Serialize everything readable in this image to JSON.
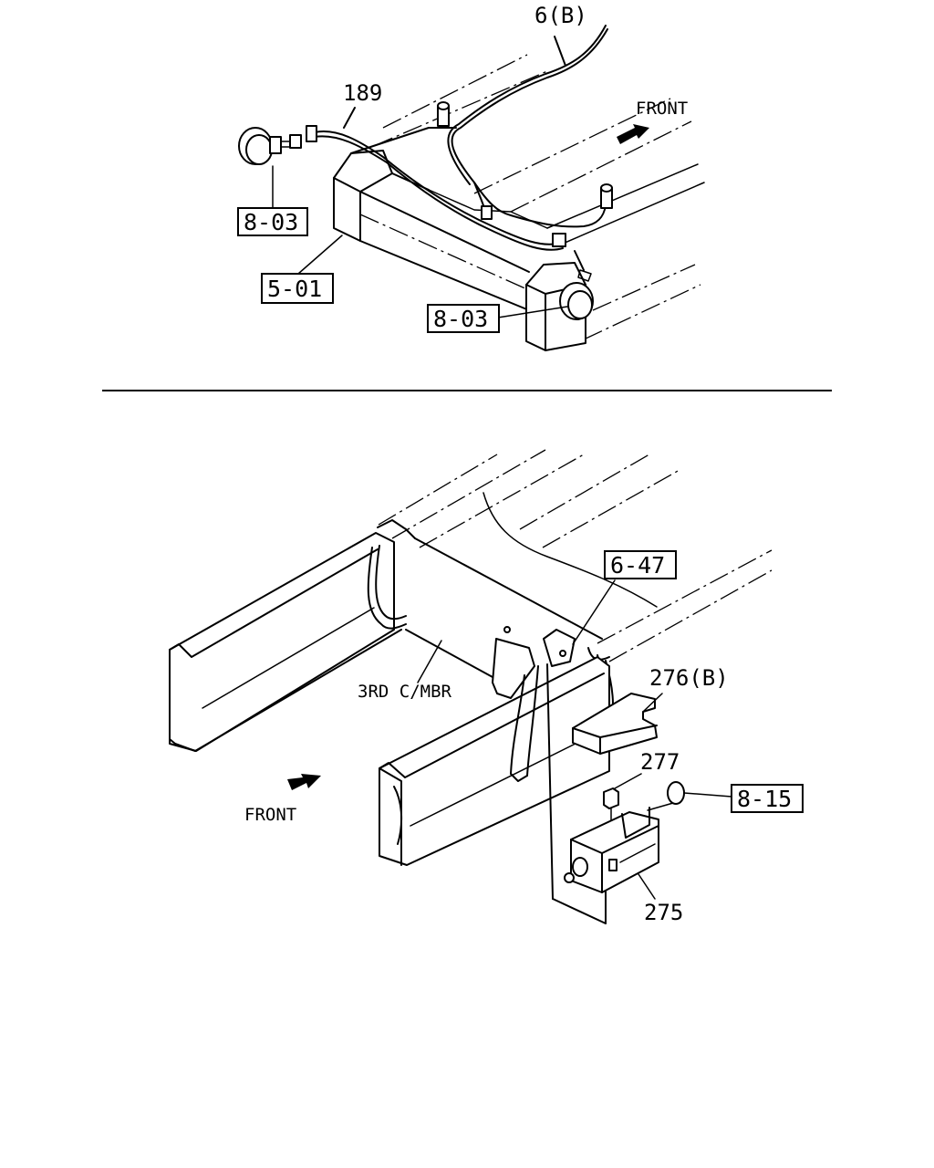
{
  "upper_diagram": {
    "callouts": {
      "harness_6b": "6(B)",
      "harness_189": "189",
      "front": "FRONT"
    },
    "ref_boxes": {
      "lamp_left": "8-03",
      "crossmember": "5-01",
      "lamp_right": "8-03"
    }
  },
  "lower_diagram": {
    "callouts": {
      "cover_276b": "276(B)",
      "bolt_277": "277",
      "box_275": "275",
      "third_crossmember": "3RD C/MBR",
      "front": "FRONT"
    },
    "ref_boxes": {
      "bracket": "6-47",
      "plug": "8-15"
    }
  },
  "colors": {
    "line": "#000000",
    "background": "#ffffff"
  }
}
